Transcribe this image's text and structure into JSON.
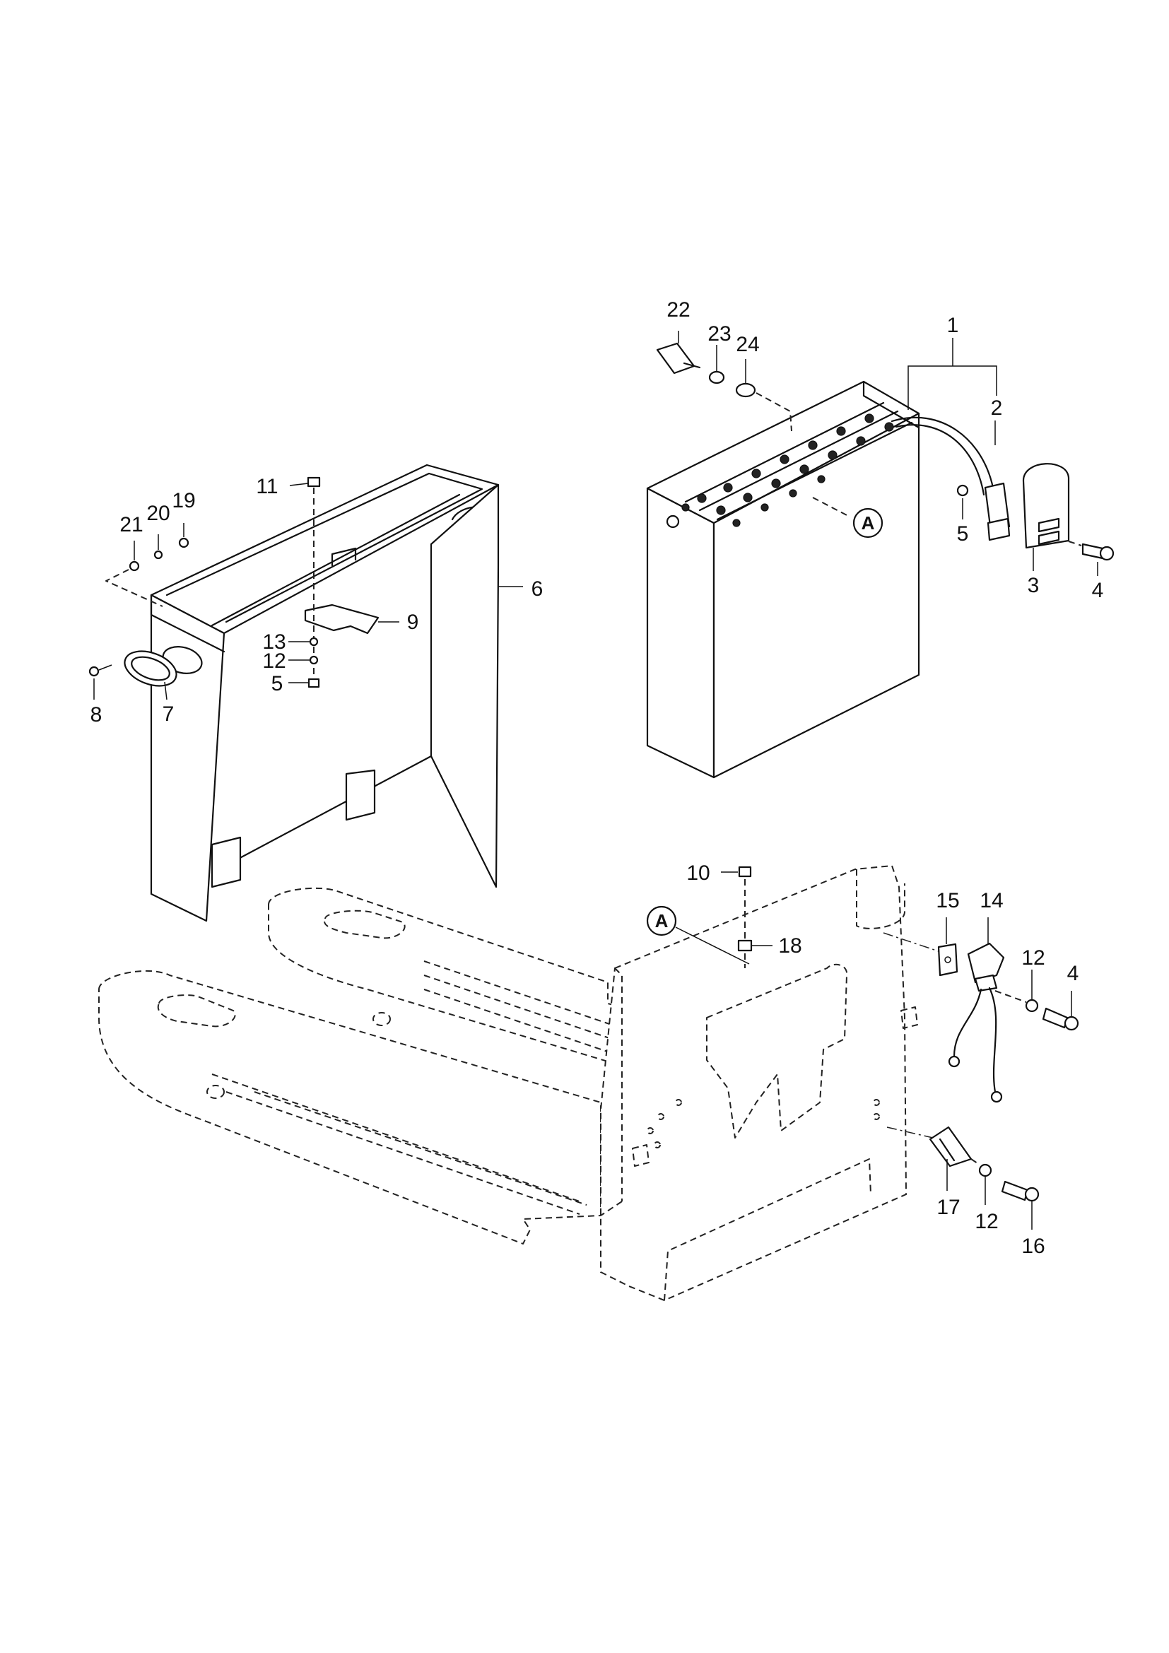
{
  "diagram": {
    "callouts": {
      "c1": "1",
      "c2": "2",
      "c3": "3",
      "c4a": "4",
      "c4b": "4",
      "c5a": "5",
      "c5b": "5",
      "c6": "6",
      "c7": "7",
      "c8": "8",
      "c9": "9",
      "c10": "10",
      "c11": "11",
      "c12a": "12",
      "c12b": "12",
      "c12c": "12",
      "c13": "13",
      "c14": "14",
      "c15": "15",
      "c16": "16",
      "c17": "17",
      "c18": "18",
      "c19": "19",
      "c20": "20",
      "c21": "21",
      "c22": "22",
      "c23": "23",
      "c24": "24"
    },
    "reference_markers": {
      "ref_a1": "A",
      "ref_a2": "A"
    }
  }
}
